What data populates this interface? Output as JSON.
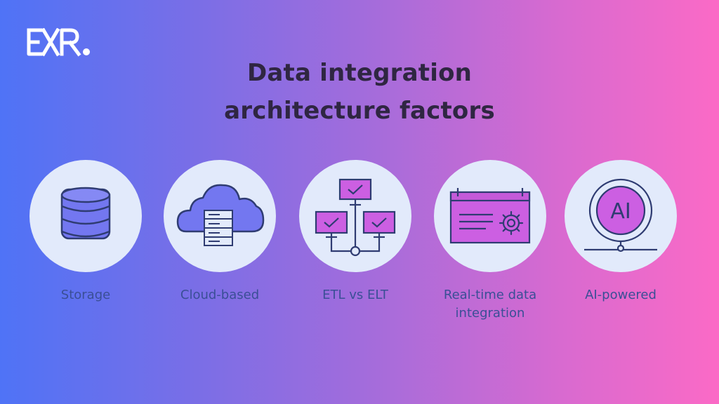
{
  "brand": {
    "logo_text": "EXR."
  },
  "title": {
    "line1": "Data integration",
    "line2": "architecture factors"
  },
  "factors": [
    {
      "label_line1": "Storage",
      "label_line2": "",
      "icon": "database-icon"
    },
    {
      "label_line1": "Cloud-based",
      "label_line2": "",
      "icon": "cloud-server-icon"
    },
    {
      "label_line1": "ETL vs ELT",
      "label_line2": "",
      "icon": "network-monitors-icon"
    },
    {
      "label_line1": "Real-time data",
      "label_line2": "integration",
      "icon": "settings-panel-icon"
    },
    {
      "label_line1": "AI-powered",
      "label_line2": "",
      "icon": "ai-chip-icon",
      "icon_text": "AI"
    }
  ],
  "colors": {
    "gradient_start": "#4f73f6",
    "gradient_end": "#fb6ac6",
    "circle_fill": "#e2eafb",
    "icon_blue": "#7377f0",
    "icon_magenta": "#cc5fe2",
    "icon_stroke": "#2f3c72",
    "label_text": "#3a4f96",
    "title_text": "#2f2642"
  }
}
